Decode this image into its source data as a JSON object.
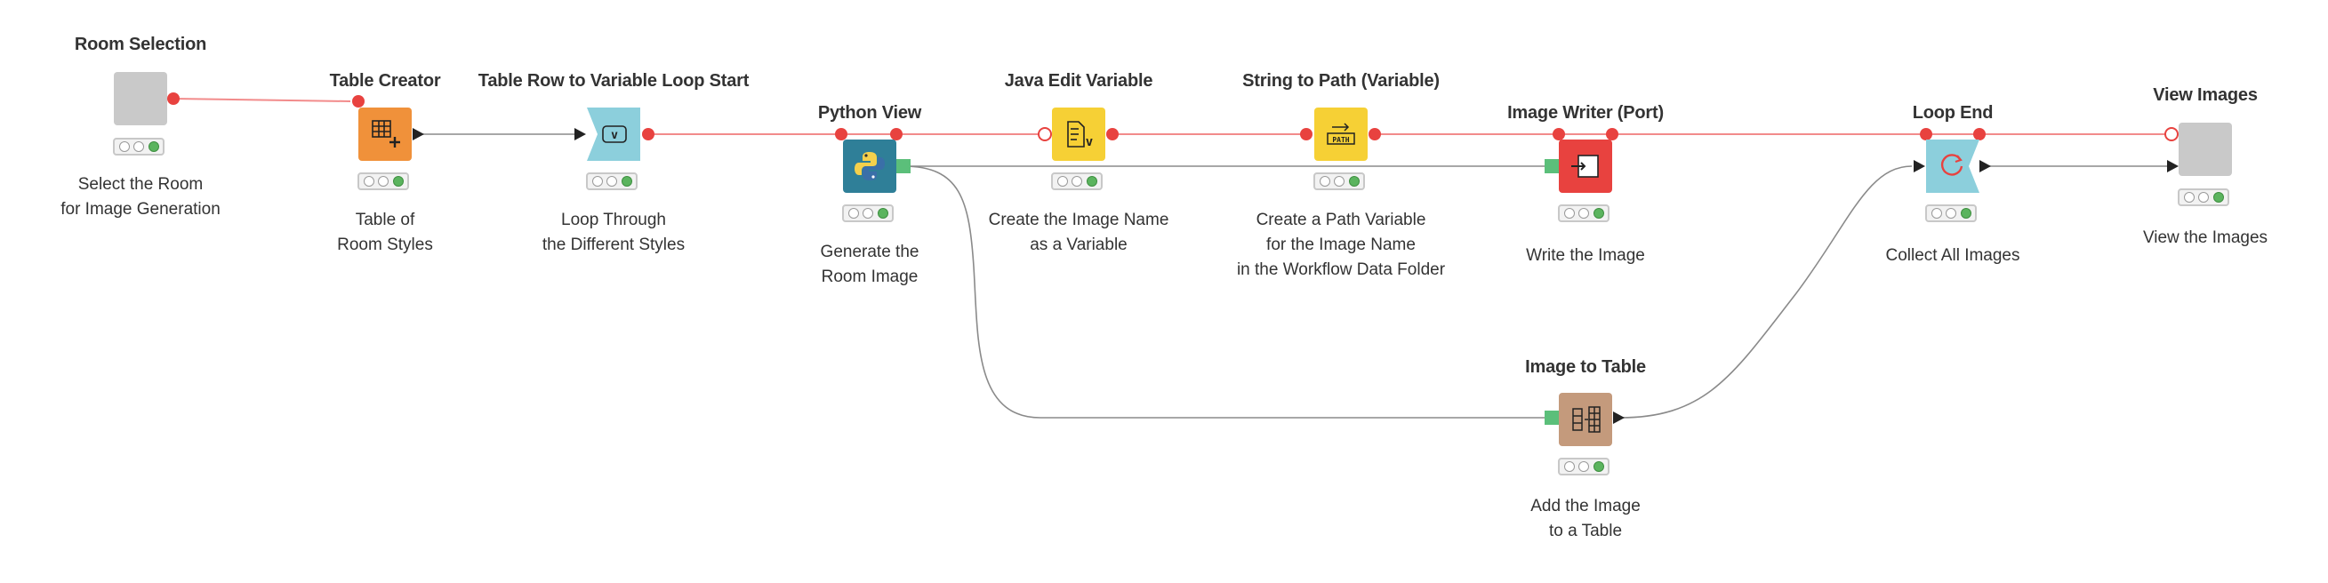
{
  "diagram": {
    "nodes": [
      {
        "id": "room-selection",
        "title": "Room Selection",
        "desc": [
          "Select the Room",
          "for Image Generation"
        ],
        "color": "#c9c9c9",
        "icon": "widget-icon"
      },
      {
        "id": "table-creator",
        "title": "Table Creator",
        "desc": [
          "Table of",
          "Room Styles"
        ],
        "color": "#f0913a",
        "icon": "table-creator-icon"
      },
      {
        "id": "loop-start",
        "title": "Table Row to Variable Loop Start",
        "desc": [
          "Loop Through",
          "the Different Styles"
        ],
        "color": "#8ccfdc",
        "icon": "loop-start-icon"
      },
      {
        "id": "python-view",
        "title": "Python View",
        "desc": [
          "Generate the",
          "Room Image"
        ],
        "color": "#2f7f98",
        "icon": "python-icon"
      },
      {
        "id": "java-edit-variable",
        "title": "Java Edit Variable",
        "desc": [
          "Create the Image Name",
          "as a Variable"
        ],
        "color": "#f6d035",
        "icon": "java-variable-icon"
      },
      {
        "id": "string-to-path",
        "title": "String to Path (Variable)",
        "desc": [
          "Create a Path Variable",
          "for the Image Name",
          "in the Workflow Data Folder"
        ],
        "color": "#f6d035",
        "icon": "path-icon"
      },
      {
        "id": "image-writer",
        "title": "Image Writer (Port)",
        "desc": [
          "Write the Image"
        ],
        "color": "#e8423f",
        "icon": "image-writer-icon"
      },
      {
        "id": "image-to-table",
        "title": "Image to Table",
        "desc": [
          "Add the Image",
          "to a Table"
        ],
        "color": "#c49a7c",
        "icon": "image-to-table-icon"
      },
      {
        "id": "loop-end",
        "title": "Loop End",
        "desc": [
          "Collect All Images"
        ],
        "color": "#8ccfdc",
        "icon": "loop-end-icon"
      },
      {
        "id": "view-images",
        "title": "View Images",
        "desc": [
          "View the Images"
        ],
        "color": "#c9c9c9",
        "icon": "widget-icon"
      }
    ],
    "colors": {
      "variable_line": "#f28b8b",
      "data_line": "#8a8a8a",
      "variable_port": "#e8423f",
      "image_port": "#5bbf7a",
      "status_on": "#5bb45e"
    }
  }
}
